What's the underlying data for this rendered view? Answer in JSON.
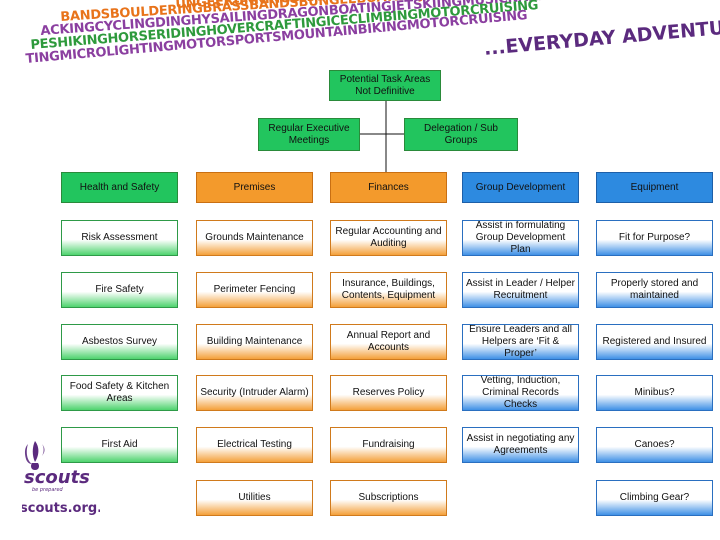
{
  "banner": {
    "rows": [
      {
        "text": "UNGEERUNNINGDRAMAFENCINGBALL",
        "color": "#e8731a"
      },
      {
        "text": "BANDSBOULDERINGBRASSBANDSBUNGEEBOATINGJUDOKARATEKARTINGOFFRO",
        "color": "#e8731a"
      },
      {
        "text": "ACKINGCYCLINGDINGHYSAILINGDRAGONBOATINGJETSKIINGMUSICNARROWBOATINGOFF",
        "color": "#8b3fa0"
      },
      {
        "text": "PESHIKINGHORSERIDINGHOVERCRAFTINGICECLIMBINGMOTORCRUISING",
        "color": "#2e9a3c"
      },
      {
        "text": "TINGMICROLIGHTINGMOTORSPORTSMOUNTAINBIKINGMOTORCRUISING",
        "color": "#8b3fa0"
      }
    ],
    "tagline": "...EVERYDAY ADVENTURE"
  },
  "top": {
    "label": "Potential Task Areas Not Definitive"
  },
  "second": [
    {
      "label": "Regular Executive Meetings"
    },
    {
      "label": "Delegation / Sub Groups"
    }
  ],
  "columns": [
    {
      "header": "Health and Safety",
      "style": "green",
      "items": [
        "Risk Assessment",
        "Fire Safety",
        "Asbestos Survey",
        "Food Safety & Kitchen Areas",
        "First Aid"
      ]
    },
    {
      "header": "Premises",
      "style": "orange",
      "items": [
        "Grounds Maintenance",
        "Perimeter Fencing",
        "Building Maintenance",
        "Security (Intruder Alarm)",
        "Electrical Testing",
        "Utilities"
      ]
    },
    {
      "header": "Finances",
      "style": "orange",
      "items": [
        "Regular Accounting and Auditing",
        "Insurance, Buildings, Contents, Equipment",
        "Annual Report and Accounts",
        "Reserves Policy",
        "Fundraising",
        "Subscriptions"
      ]
    },
    {
      "header": "Group Development",
      "style": "blue",
      "items": [
        "Assist in formulating Group Development Plan",
        "Assist in Leader / Helper Recruitment",
        "Ensure Leaders and all Helpers are ‘Fit & Proper’",
        "Vetting, Induction, Criminal Records Checks",
        "Assist in negotiating any Agreements"
      ]
    },
    {
      "header": "Equipment",
      "style": "blue",
      "items": [
        "Fit for Purpose?",
        "Properly stored and maintained",
        "Registered and Insured",
        "Minibus?",
        "Canoes?",
        "Climbing Gear?"
      ]
    }
  ],
  "logo": {
    "name": "scouts",
    "tagline": "be prepared",
    "url": "scouts.org.uk"
  },
  "colors": {
    "green": "#22c55e",
    "orange": "#f39a2c",
    "blue": "#2d8ae0",
    "purple": "#5b2a7e",
    "logo": "#5b2a7e"
  }
}
